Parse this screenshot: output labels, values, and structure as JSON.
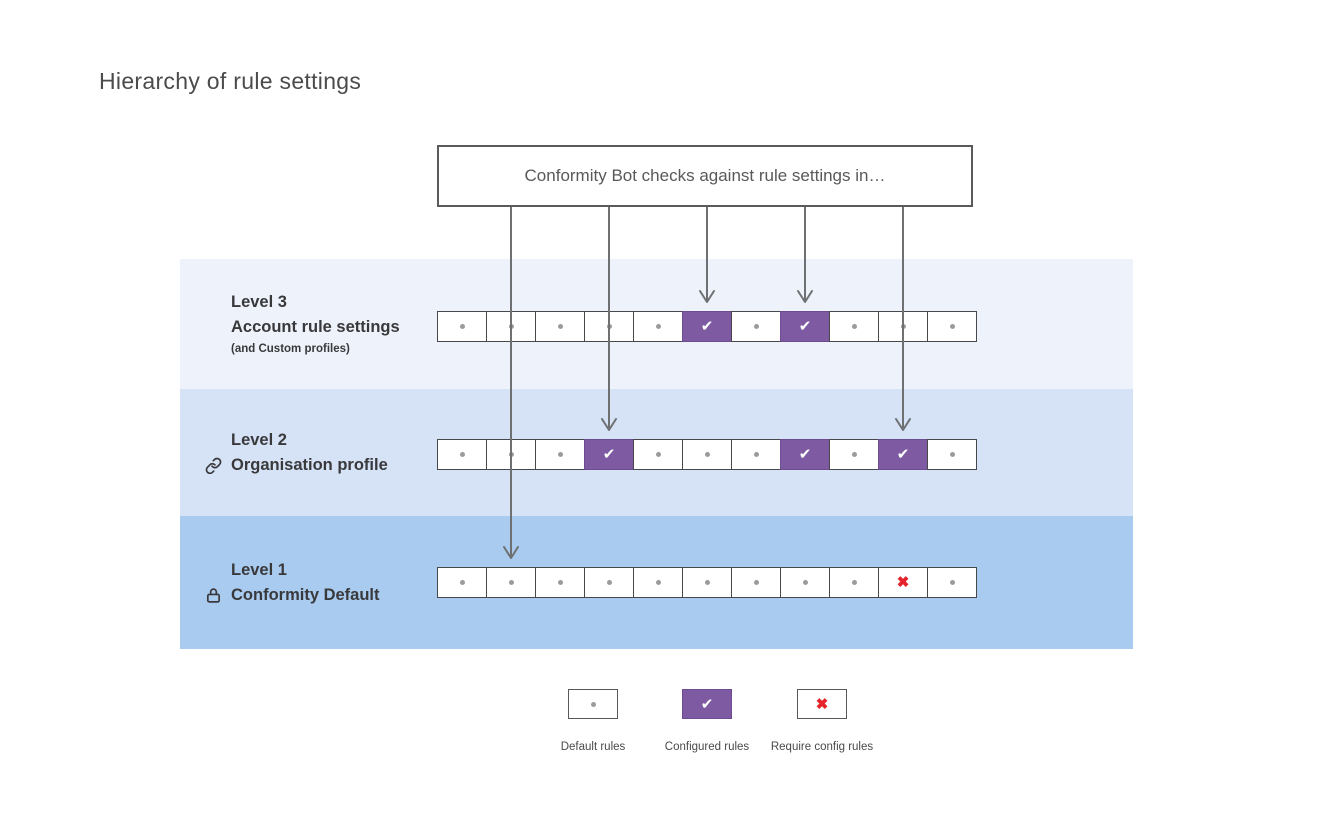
{
  "page": {
    "title": "Hierarchy of rule settings",
    "background": "#ffffff"
  },
  "banner": {
    "label": "Conformity Bot checks against rule settings in…"
  },
  "colors": {
    "purple": "#7d5aa2",
    "purple_border": "#6d4c91",
    "red": "#e4232b",
    "dot_gray": "#9b9b9b",
    "arrow_gray": "#6f7072",
    "text_dark": "#39393b",
    "band_level3": "#eef3fb",
    "band_level2": "#d6e3f7",
    "band_level1": "#a9cbf0"
  },
  "levels": [
    {
      "title": "Level 3",
      "name": "Account rule settings",
      "subtitle": "(and Custom profiles)",
      "icon": null,
      "band_color": "#eef3fb",
      "cells": [
        "default",
        "default",
        "default",
        "default",
        "default",
        "configured",
        "default",
        "configured",
        "default",
        "default",
        "default"
      ]
    },
    {
      "title": "Level 2",
      "name": "Organisation profile",
      "subtitle": null,
      "icon": "link-icon",
      "band_color": "#d6e3f7",
      "cells": [
        "default",
        "default",
        "default",
        "configured",
        "default",
        "default",
        "default",
        "configured",
        "default",
        "configured",
        "default"
      ]
    },
    {
      "title": "Level 1",
      "name": "Conformity Default",
      "subtitle": null,
      "icon": "lock-icon",
      "band_color": "#a9cbf0",
      "cells": [
        "default",
        "default",
        "default",
        "default",
        "default",
        "default",
        "default",
        "default",
        "default",
        "require-config",
        "default"
      ]
    }
  ],
  "arrows": [
    {
      "points_to": "Level 1",
      "level_index": 2,
      "cell": 2
    },
    {
      "points_to": "Level 2",
      "level_index": 1,
      "cell": 4
    },
    {
      "points_to": "Level 3",
      "level_index": 0,
      "cell": 6
    },
    {
      "points_to": "Level 3",
      "level_index": 0,
      "cell": 8
    },
    {
      "points_to": "Level 2",
      "level_index": 1,
      "cell": 10
    }
  ],
  "legend": [
    {
      "type": "default",
      "label": "Default rules"
    },
    {
      "type": "configured",
      "label": "Configured rules"
    },
    {
      "type": "require-config",
      "label": "Require config rules"
    }
  ]
}
